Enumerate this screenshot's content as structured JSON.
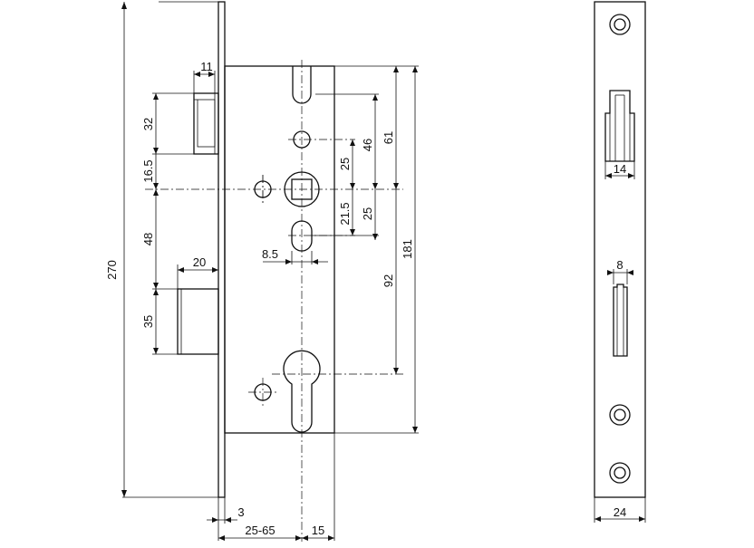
{
  "drawing": {
    "front_view": {
      "overall_height": "270",
      "latch_width": "11",
      "latch_height": "32",
      "latch_to_spindle": "16.5",
      "spindle_to_bolt": "48",
      "bolt_width": "20",
      "bolt_height": "35",
      "forend_thickness": "3",
      "backset": "25-65",
      "spindle_to_edge": "15",
      "upper_hole_distance": "61",
      "upper_slot_distance": "46",
      "upper_hole_spacing": "25",
      "lower_slot_distance": "25",
      "lower_hole_distance": "21.5",
      "slot_width": "8.5",
      "case_height": "181",
      "center_distance": "92"
    },
    "side_view": {
      "latch_width": "14",
      "bolt_width": "8",
      "forend_width": "24"
    }
  }
}
